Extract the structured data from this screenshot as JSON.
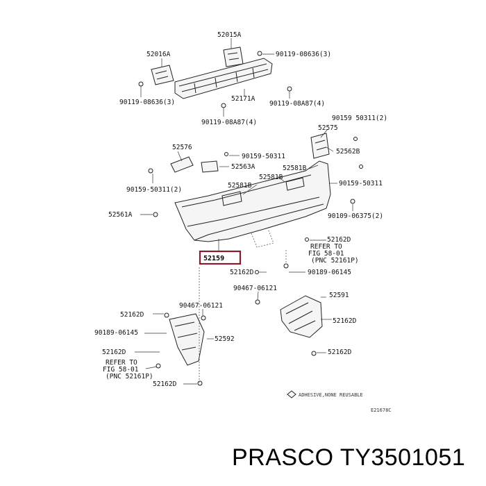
{
  "diagram": {
    "labels": {
      "p52015A": "52015A",
      "p52016A": "52016A",
      "b90119_08636_a": "90119-08636(3)",
      "b90119_08636_b": "90119-08636(3)",
      "p52171A": "52171A",
      "b90119_08A87_a": "90119-08A87(4)",
      "b90119_08A87_b": "90119-08A87(4)",
      "c90159_50311_a": "90159 50311(2)",
      "p52575": "52575",
      "p52576": "52576",
      "c90159_50311_b": "90159-50311",
      "p52562B": "52562B",
      "p52563A": "52563A",
      "p52581B_a": "52581B",
      "p52581B_b": "52581B",
      "c90159_50311_c": "90159-50311(2)",
      "c90159_50311_d": "90159-50311",
      "p52561A": "52561A",
      "c90109_06375": "90109-06375(2)",
      "p52159": "52159",
      "p52162D_a": "52162D",
      "ref1_a": "REFER TO",
      "ref1_b": "FIG 58-01",
      "ref1_c": "(PNC 52161P)",
      "p52162D_b": "52162D",
      "c90189_06145_a": "90189-06145",
      "c90467_06121_a": "90467-06121",
      "p52591": "52591",
      "p52162D_c": "52162D",
      "c90467_06121_b": "90467-06121",
      "p52162D_d": "52162D",
      "c90189_06145_b": "90189-06145",
      "p52592": "52592",
      "p52162D_e": "52162D",
      "p52162D_f": "52162D",
      "ref2_a": "REFER TO",
      "ref2_b": "FIG 58-01",
      "ref2_c": "(PNC 52161P)",
      "p52162D_g": "52162D",
      "adhesive": "ADHESIVE,NONE REUSABLE",
      "fig_code": "E21678C"
    },
    "highlighted_part": "52159"
  },
  "brand_text": "PRASCO TY3501051",
  "colors": {
    "highlight": "#8b1a2b",
    "line": "#222222",
    "background": "#ffffff"
  }
}
